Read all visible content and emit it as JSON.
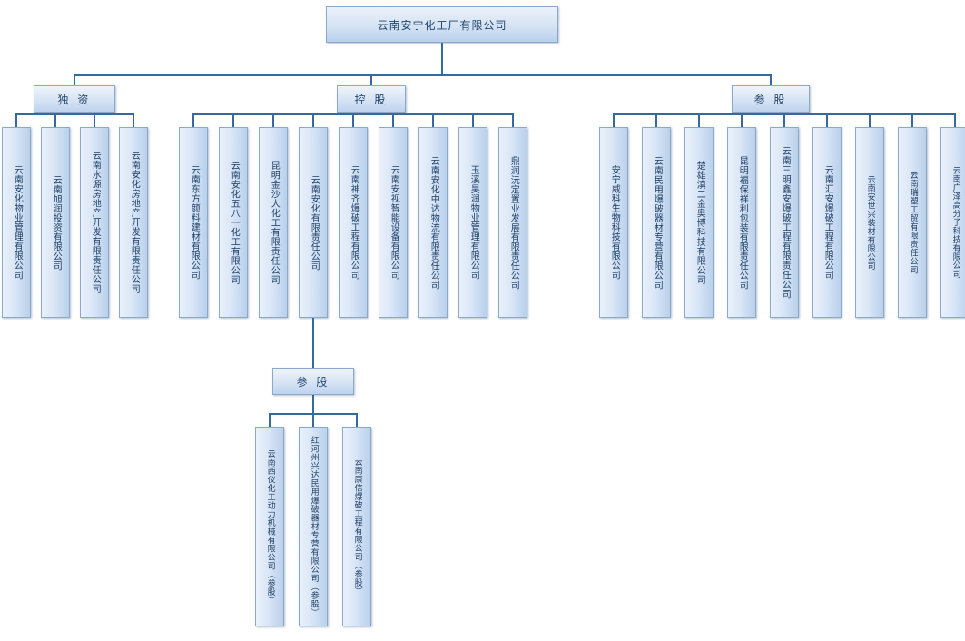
{
  "diagram": {
    "title": "云南安宁化工厂有限公司",
    "type": "organization-chart",
    "colors": {
      "node_border": "#8ca9c9",
      "node_fill_top": "#eef4fb",
      "node_fill_bottom": "#bed3ee",
      "connector": "#36699e",
      "text": "#21466e",
      "background": "#ffffff"
    },
    "root": {
      "label": "云南安宁化工厂有限公司"
    },
    "categories": [
      {
        "id": "cat-duzi",
        "label": "独 资"
      },
      {
        "id": "cat-konggu",
        "label": "控 股"
      },
      {
        "id": "cat-cangu",
        "label": "参 股"
      }
    ],
    "sub_category": {
      "id": "cat-cangu-sub",
      "label": "参 股"
    },
    "groups": {
      "duzi": {
        "label": "独 资",
        "nodes": [
          "云南安化物业管理有限公司",
          "云南旭润投资有限公司",
          "云南水源房地产开发有限责任公司",
          "云南安化房地产开发有限责任公司"
        ]
      },
      "konggu": {
        "label": "控 股",
        "nodes": [
          "云南东方颜料建材有限公司",
          "云南安化五八一化工有限公司",
          "昆明金沙人化工有限责任公司",
          "云南安化有限责任公司",
          "云南神齐爆破工程有限公司",
          "云南安视智能设备有限公司",
          "云南安化中达物流有限责任公司",
          "玉溪昊润物业管理有限公司",
          "鼎润沅定置业发展有限责任公司"
        ]
      },
      "konggu_cangu": {
        "label": "参 股",
        "nodes": [
          "云南西仪化工动力机械有限公司（参股）",
          "红河州兴达民用爆破器材专营有限公司（参股）",
          "云南康信爆破工程有限公司（参股）"
        ]
      },
      "cangu": {
        "label": "参 股",
        "nodes": [
          "安宁威科生物科技有限公司",
          "云南民用爆破器材专营有限公司",
          "楚雄滇二金奥博科技有限公司",
          "昆明福保祥利包装有限责任公司",
          "云南三明鑫安爆破工程有限责任公司",
          "云南汇安爆破工程有限公司",
          "云南安世兴装材有限公司",
          "云南瑞塑工贸有限责任公司",
          "云南广泽高分子科技有限公司"
        ]
      }
    }
  }
}
